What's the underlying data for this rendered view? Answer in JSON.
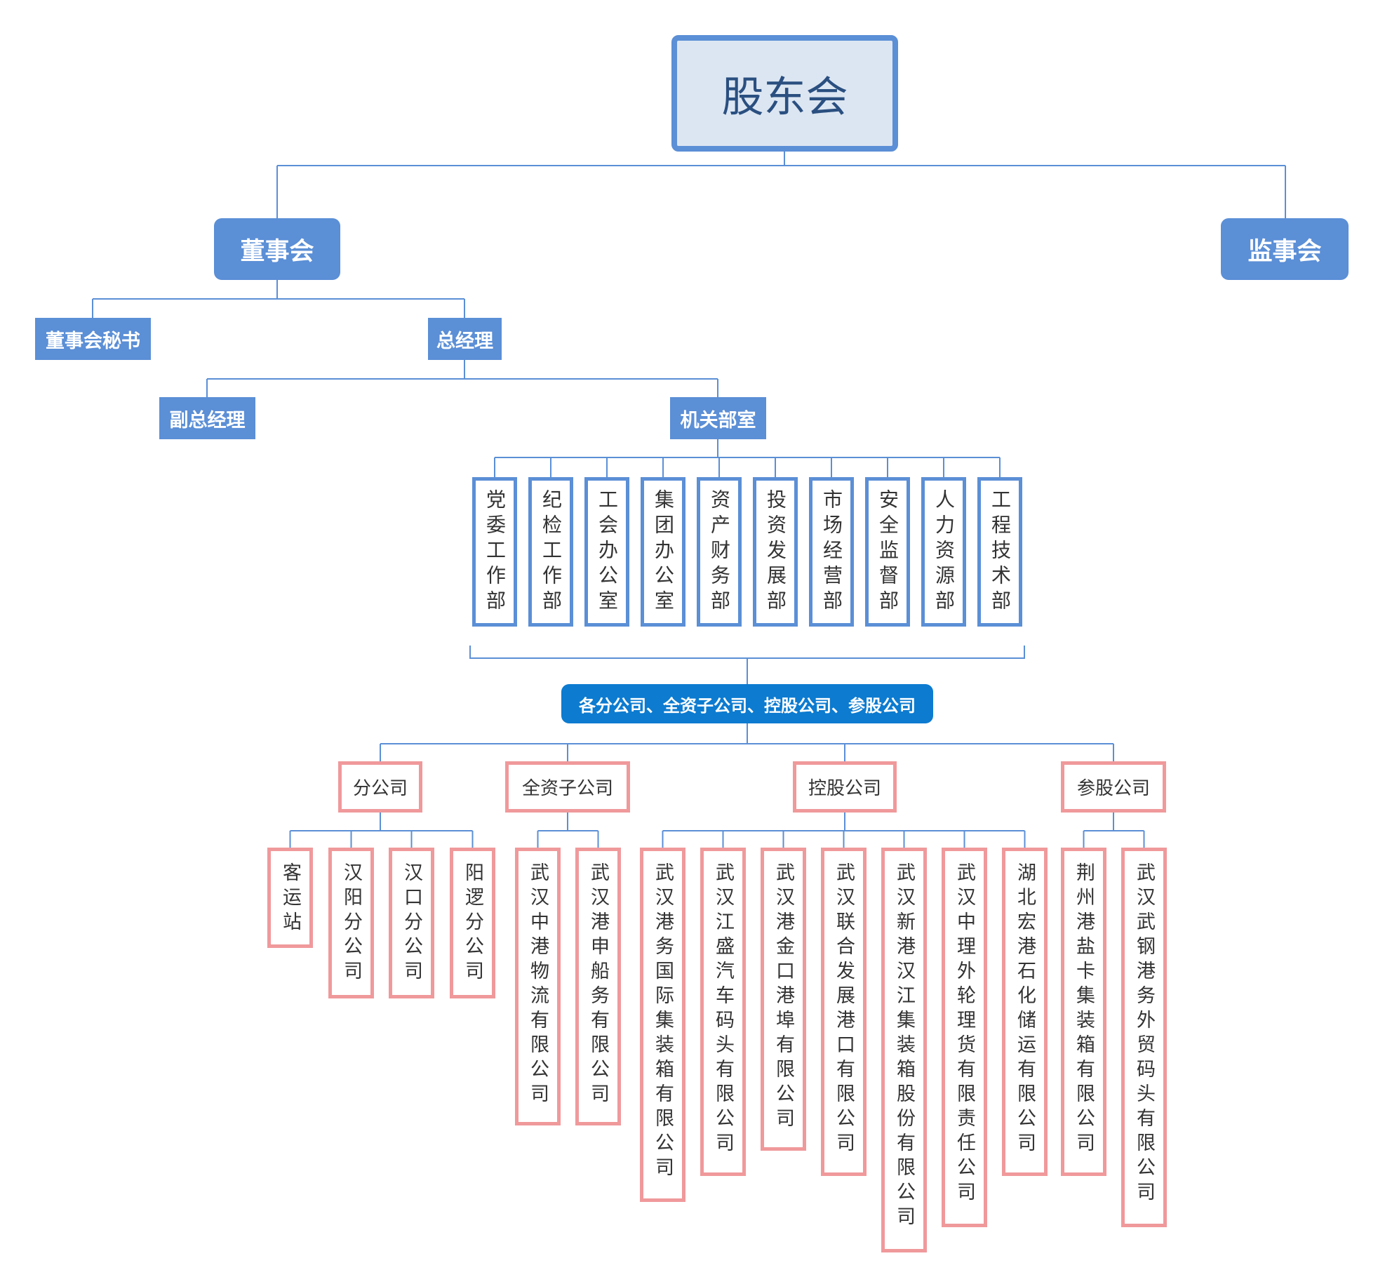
{
  "colors": {
    "blue": "#5b8fd6",
    "band": "#0c7bd0",
    "pink": "#f0999b",
    "root_fill": "#dce6f2"
  },
  "root": {
    "label": "股东会"
  },
  "board": {
    "label": "董事会"
  },
  "supervisors": {
    "label": "监事会"
  },
  "board_secretary": {
    "label": "董事会秘书"
  },
  "general_manager": {
    "label": "总经理"
  },
  "deputy_gm": {
    "label": "副总经理"
  },
  "departments_head": {
    "label": "机关部室"
  },
  "departments": [
    {
      "label": "党委工作部"
    },
    {
      "label": "纪检工作部"
    },
    {
      "label": "工会办公室"
    },
    {
      "label": "集团办公室"
    },
    {
      "label": "资产财务部"
    },
    {
      "label": "投资发展部"
    },
    {
      "label": "市场经营部"
    },
    {
      "label": "安全监督部"
    },
    {
      "label": "人力资源部"
    },
    {
      "label": "工程技术部"
    }
  ],
  "companies_band": {
    "label": "各分公司、全资子公司、控股公司、参股公司"
  },
  "categories": [
    {
      "label": "分公司",
      "children": [
        {
          "label": "客运站"
        },
        {
          "label": "汉阳分公司"
        },
        {
          "label": "汉口分公司"
        },
        {
          "label": "阳逻分公司"
        }
      ]
    },
    {
      "label": "全资子公司",
      "children": [
        {
          "label": "武汉中港物流有限公司"
        },
        {
          "label": "武汉港申船务有限公司"
        }
      ]
    },
    {
      "label": "控股公司",
      "children": [
        {
          "label": "武汉港务国际集装箱有限公司"
        },
        {
          "label": "武汉江盛汽车码头有限公司"
        },
        {
          "label": "武汉港金口港埠有限公司"
        },
        {
          "label": "武汉联合发展港口有限公司"
        },
        {
          "label": "武汉新港汉江集装箱股份有限公司"
        },
        {
          "label": "武汉中理外轮理货有限责任公司"
        },
        {
          "label": "湖北宏港石化储运有限公司"
        }
      ]
    },
    {
      "label": "参股公司",
      "children": [
        {
          "label": "荆州港盐卡集装箱有限公司"
        },
        {
          "label": "武汉武钢港务外贸码头有限公司"
        }
      ]
    }
  ]
}
